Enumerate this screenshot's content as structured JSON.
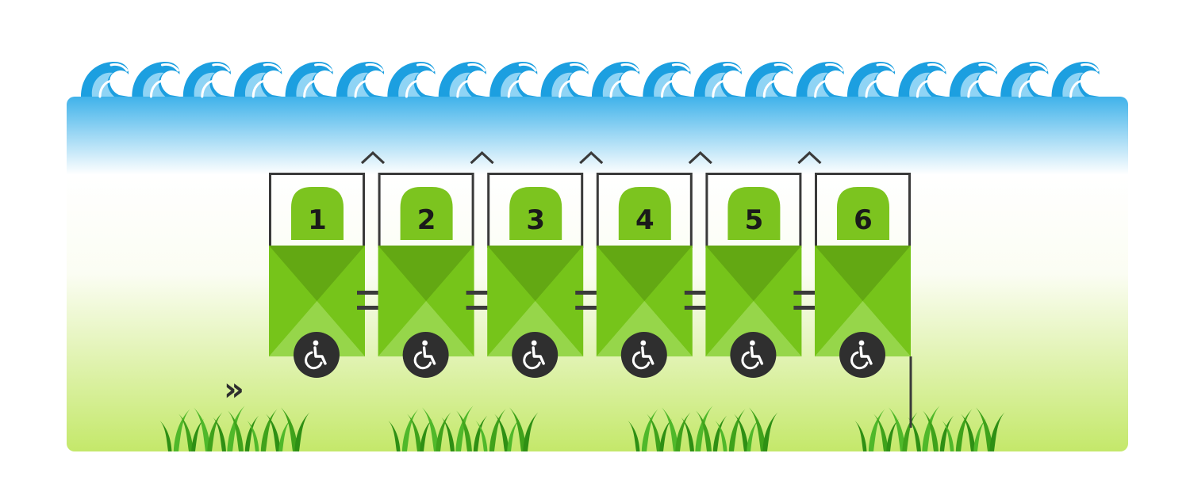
{
  "diagram": {
    "cars": [
      {
        "number": "1",
        "accessible": true
      },
      {
        "number": "2",
        "accessible": true
      },
      {
        "number": "3",
        "accessible": true
      },
      {
        "number": "4",
        "accessible": true
      },
      {
        "number": "5",
        "accessible": true
      },
      {
        "number": "6",
        "accessible": true
      }
    ],
    "direction_glyph": "»",
    "wheelchair_glyph": "♿",
    "colors": {
      "car_green": "#76c41a",
      "car_dark": "#63a813",
      "car_light": "#96d64a",
      "door_green": "#7cc41f",
      "frame": "#3a3a3a",
      "badge": "#2f2f2f",
      "sky_top": "#3fb2ea",
      "ground": "#c4e86a",
      "grass": "#3fa21b",
      "wave": "#1c9fe0"
    }
  }
}
